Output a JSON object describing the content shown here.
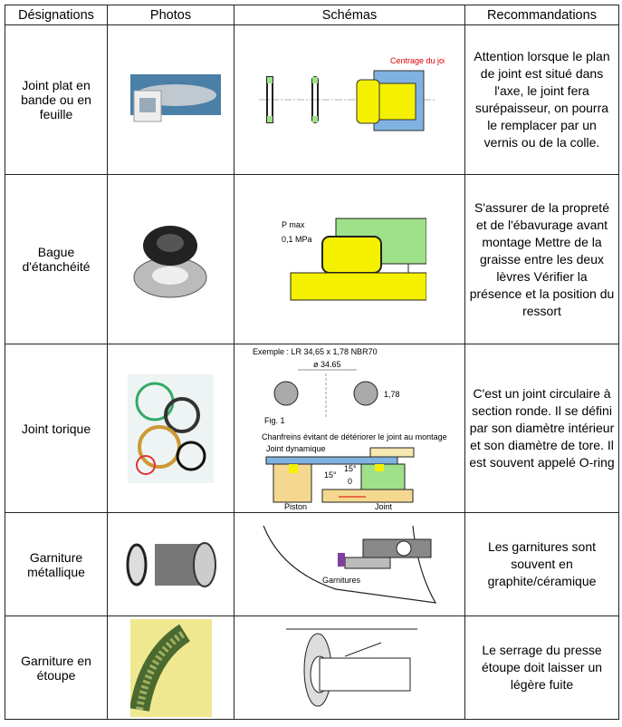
{
  "headers": [
    "Désignations",
    "Photos",
    "Schémas",
    "Recommandations"
  ],
  "rows": [
    {
      "designation": "Joint plat en bande ou en feuille",
      "photo": "flat-gasket-tape-photo",
      "schema": {
        "labels": [
          "Centrage du joint"
        ]
      },
      "recommendation": "Attention lorsque le plan de joint est situé dans l'axe, le joint fera surépaisseur, on pourra le remplacer par un vernis ou de la colle."
    },
    {
      "designation": "Bague d'étanchéité",
      "photo": "lip-seal-ring-photo",
      "schema": {
        "labels": [
          "P max",
          "0,1 MPa"
        ]
      },
      "recommendation": "S'assurer de la propreté et de l'ébavurage avant montage Mettre de la graisse entre les deux lèvres Vérifier la présence et la position du ressort"
    },
    {
      "designation": "Joint torique",
      "photo": "o-rings-photo",
      "schema": {
        "labels": [
          "Exemple : LR 34,65 x 1,78 NBR70",
          "ø 34.65",
          "1,78",
          "Fig. 1",
          "Chanfreins évitant de détériorer le joint au montage",
          "Joint dynamique",
          "15°",
          "15°",
          "0",
          "Piston",
          "Joint"
        ]
      },
      "recommendation": "C'est un joint circulaire à section ronde. Il se défini par son diamètre intérieur et son diamètre de tore. Il est souvent appelé O-ring"
    },
    {
      "designation": "Garniture métallique",
      "photo": "mechanical-seal-photo",
      "schema": {
        "labels": [
          "Garnitures"
        ]
      },
      "recommendation": "Les garnitures sont souvent en graphite/céramique"
    },
    {
      "designation": "Garniture en étoupe",
      "photo": "packing-braid-photo",
      "schema": {
        "labels": []
      },
      "recommendation": "Le serrage du presse étoupe doit laisser un légère fuite"
    }
  ],
  "colors": {
    "yellow": "#f4f000",
    "green": "#9fe08a",
    "blue": "#7fb2e0",
    "tan": "#f5d890"
  }
}
